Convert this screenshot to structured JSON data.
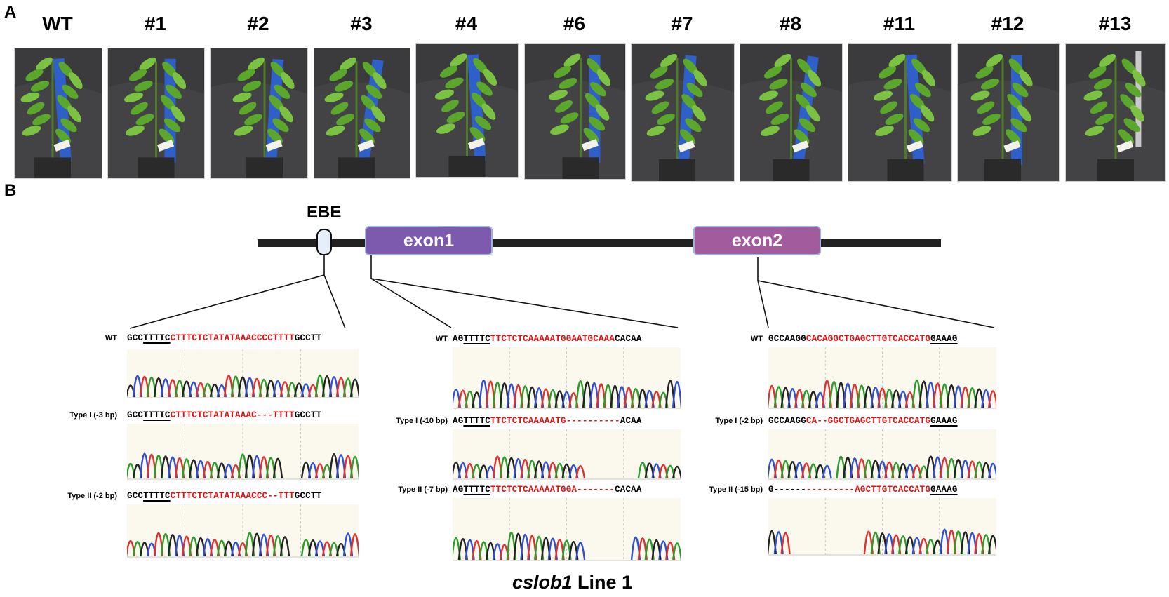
{
  "panel_a": {
    "letter": "A",
    "plants": [
      {
        "label": "WT"
      },
      {
        "label": "#1"
      },
      {
        "label": "#2"
      },
      {
        "label": "#3"
      },
      {
        "label": "#4"
      },
      {
        "label": "#6"
      },
      {
        "label": "#7"
      },
      {
        "label": "#8"
      },
      {
        "label": "#11"
      },
      {
        "label": "#12"
      },
      {
        "label": "#13"
      }
    ]
  },
  "panel_b": {
    "letter": "B",
    "ebe_label": "EBE",
    "exon1_label": "exon1",
    "exon2_label": "exon2",
    "colors": {
      "exon1": "#7d5aae",
      "exon2": "#a25b9c",
      "seq_red": "#e11111"
    },
    "caption_gene": "cslob1",
    "caption_rest": " Line 1",
    "groups": [
      {
        "rows": [
          {
            "label": "WT",
            "segments": [
              {
                "t": "GCC",
                "c": "blk"
              },
              {
                "t": "TTTTC",
                "c": "blk ul"
              },
              {
                "t": "CTTTCTCTATATAAACCCCTTTT",
                "c": "red"
              },
              {
                "t": "GCCTT",
                "c": "blk"
              }
            ]
          },
          {
            "label": "Type I (-3 bp)",
            "segments": [
              {
                "t": "GCC",
                "c": "blk"
              },
              {
                "t": "TTTTC",
                "c": "blk ul"
              },
              {
                "t": "CTTTCTCTATATAAAC---TTTT",
                "c": "red"
              },
              {
                "t": "GCCTT",
                "c": "blk"
              }
            ]
          },
          {
            "label": "Type II (-2 bp)",
            "segments": [
              {
                "t": "GCC",
                "c": "blk"
              },
              {
                "t": "TTTTC",
                "c": "blk ul"
              },
              {
                "t": "CTTTCTCTATATAAACCC--TTT",
                "c": "red"
              },
              {
                "t": "GCCTT",
                "c": "blk"
              }
            ]
          }
        ]
      },
      {
        "rows": [
          {
            "label": "WT",
            "segments": [
              {
                "t": "AG",
                "c": "blk"
              },
              {
                "t": "TTTTC",
                "c": "blk ul"
              },
              {
                "t": "TTCTCTCAAAAATGGAATGCAAA",
                "c": "red"
              },
              {
                "t": "CACAA",
                "c": "blk"
              }
            ]
          },
          {
            "label": "Type I (-10 bp)",
            "segments": [
              {
                "t": "AG",
                "c": "blk"
              },
              {
                "t": "TTTTC",
                "c": "blk ul"
              },
              {
                "t": "TTCTCTCAAAAATG----------",
                "c": "red"
              },
              {
                "t": "ACAA",
                "c": "blk"
              }
            ]
          },
          {
            "label": "Type II (-7 bp)",
            "segments": [
              {
                "t": "AG",
                "c": "blk"
              },
              {
                "t": "TTTTC",
                "c": "blk ul"
              },
              {
                "t": "TTCTCTCAAAAATGGA-------",
                "c": "red"
              },
              {
                "t": "CACAA",
                "c": "blk"
              }
            ]
          }
        ]
      },
      {
        "rows": [
          {
            "label": "WT",
            "segments": [
              {
                "t": "GCCAAGG",
                "c": "blk"
              },
              {
                "t": "CACAGGCTGAGCTTGTCACCATG",
                "c": "red"
              },
              {
                "t": "GAAAG",
                "c": "blk ul"
              }
            ]
          },
          {
            "label": "Type I (-2 bp)",
            "segments": [
              {
                "t": "GCCAAGG",
                "c": "blk"
              },
              {
                "t": "CA--GGCTGAGCTTGTCACCATG",
                "c": "red"
              },
              {
                "t": "GAAAG",
                "c": "blk ul"
              }
            ]
          },
          {
            "label": "Type II (-15 bp)",
            "segments": [
              {
                "t": "G",
                "c": "blk"
              },
              {
                "t": "------",
                "c": "blk"
              },
              {
                "t": "---------AGCTTGTCACCATG",
                "c": "red"
              },
              {
                "t": "GAAAG",
                "c": "blk ul"
              }
            ]
          }
        ]
      }
    ]
  }
}
